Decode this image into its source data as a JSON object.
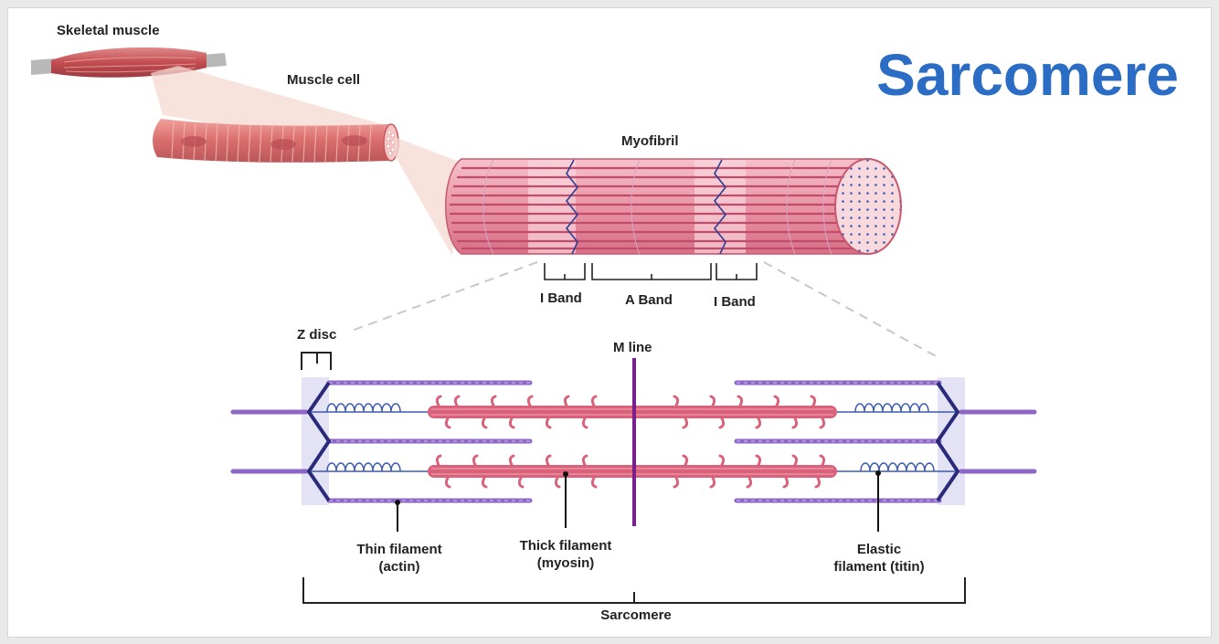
{
  "title": "Sarcomere",
  "colors": {
    "title": "#2b6cc4",
    "muscle": "#c9585c",
    "fibril": "#e07f95",
    "actin": "#8d66c7",
    "titin": "#3d5bb0",
    "zdisc": "#2a2a7a",
    "mline": "#7b1f8f"
  },
  "labels": {
    "skeletal_muscle": "Skeletal muscle",
    "muscle_cell": "Muscle cell",
    "myofibril": "Myofibril",
    "i_band_left": "I Band",
    "a_band": "A Band",
    "i_band_right": "I Band",
    "z_disc": "Z disc",
    "m_line": "M line",
    "thin_filament_1": "Thin filament",
    "thin_filament_2": "(actin)",
    "thick_filament_1": "Thick filament",
    "thick_filament_2": "(myosin)",
    "elastic_filament_1": "Elastic",
    "elastic_filament_2": "filament (titin)",
    "sarcomere": "Sarcomere"
  },
  "icons": [
    "skeletal-muscle-icon",
    "muscle-cell-icon",
    "myofibril-icon",
    "sarcomere-diagram"
  ]
}
